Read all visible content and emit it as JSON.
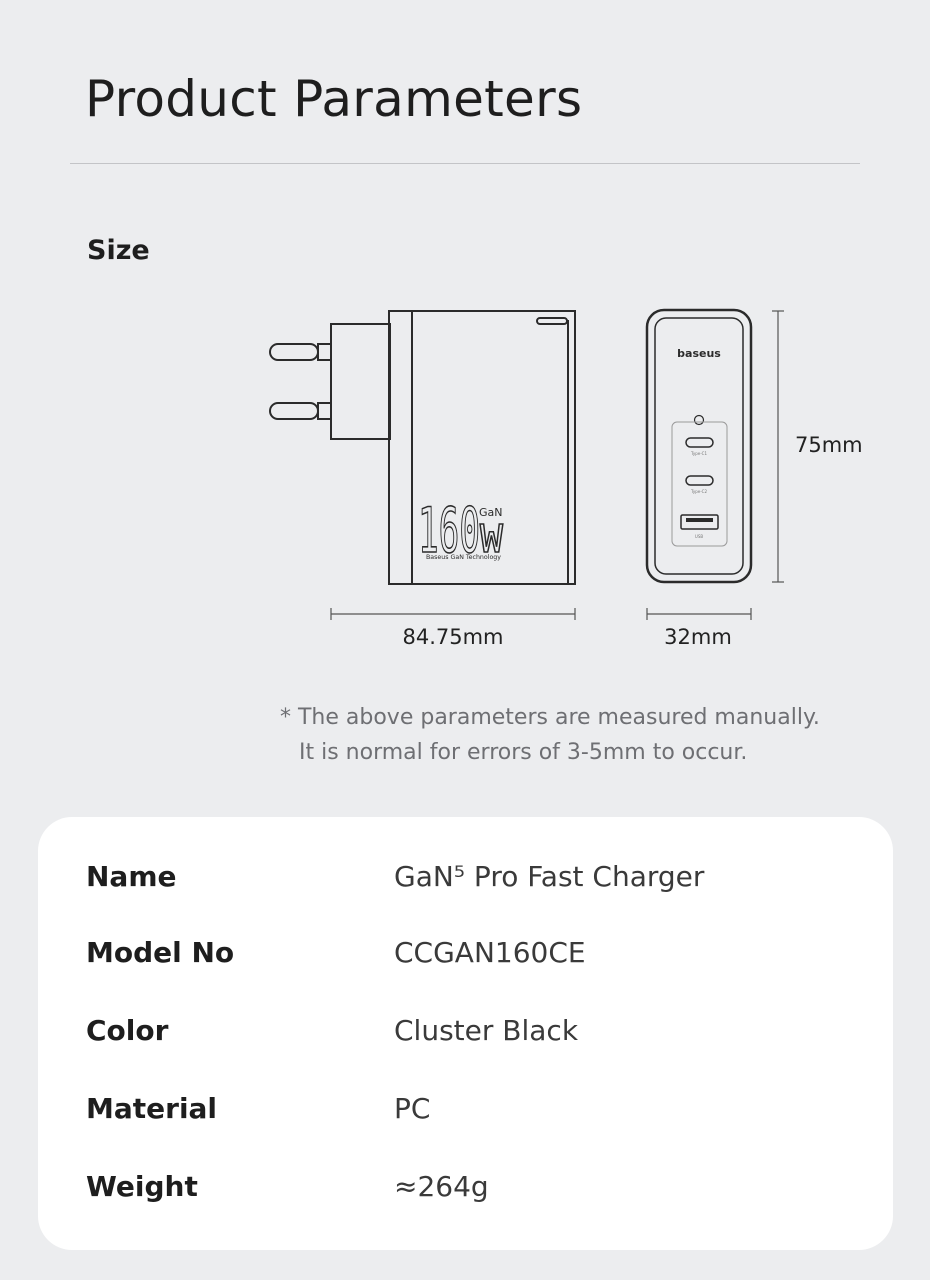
{
  "header": {
    "title": "Product Parameters"
  },
  "size_section": {
    "label": "Size",
    "dimensions": {
      "length": "84.75mm",
      "width": "32mm",
      "height": "75mm"
    },
    "device": {
      "brand": "baseus",
      "power_label": "160",
      "power_unit": "W",
      "gan_label": "GaN",
      "tech_label": "Baseus GaN Technology",
      "port_labels": [
        "Type-C1",
        "Type-C2",
        "USB"
      ]
    }
  },
  "note": {
    "line1": "* The above parameters are measured manually.",
    "line2": "It is normal for errors of 3-5mm to occur."
  },
  "specs": [
    {
      "key": "Name",
      "value": "GaN⁵ Pro Fast Charger"
    },
    {
      "key": "Model No",
      "value": "CCGAN160CE"
    },
    {
      "key": "Color",
      "value": "Cluster Black"
    },
    {
      "key": "Material",
      "value": "PC"
    },
    {
      "key": "Weight",
      "value": "≈264g"
    }
  ],
  "colors": {
    "background": "#ecedef",
    "card": "#ffffff",
    "outline": "#2b2b2b",
    "note_text": "#6e6f73"
  }
}
